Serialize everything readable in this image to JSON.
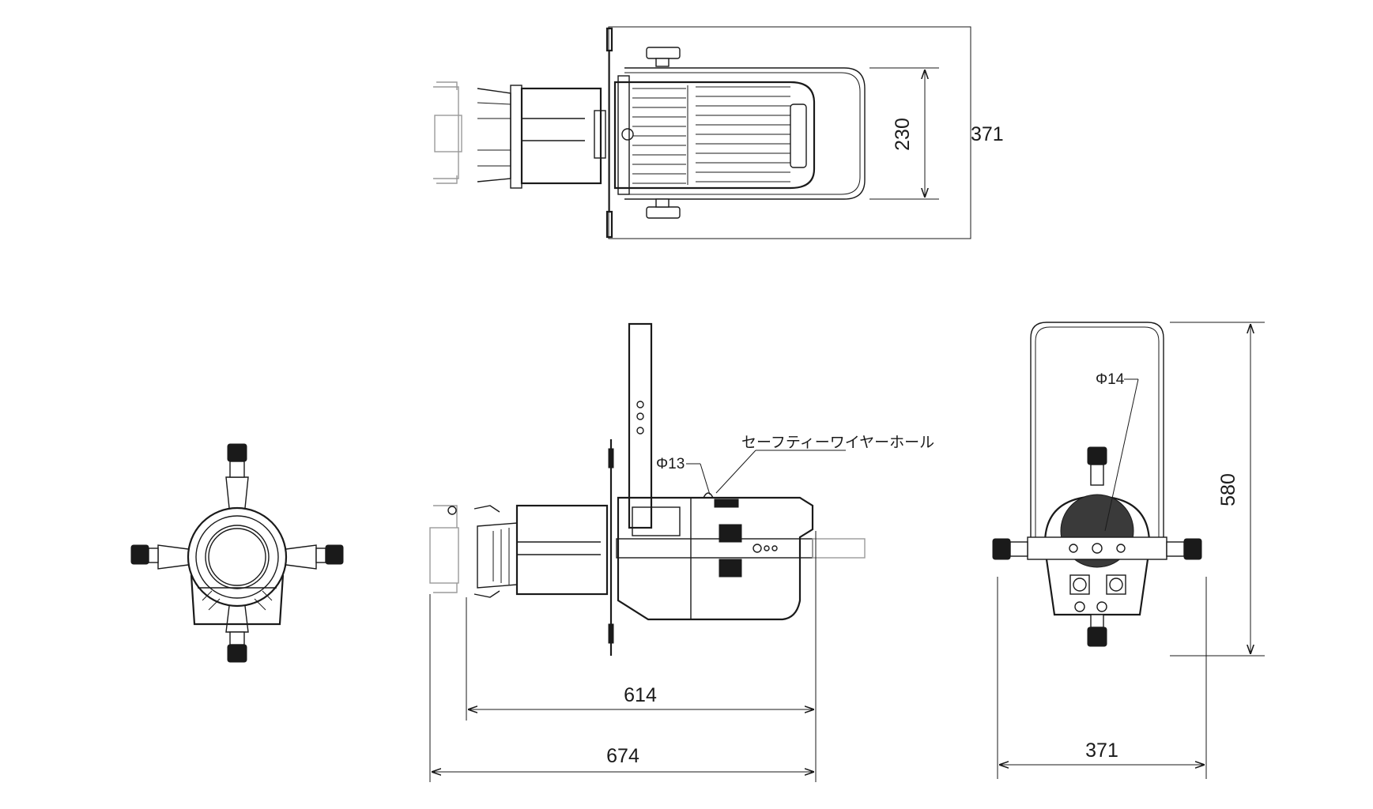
{
  "dimensions": {
    "top_inner_height": "230",
    "top_outer_height": "371",
    "side_lens_length": "614",
    "side_total_length": "674",
    "rear_height": "580",
    "rear_width": "371"
  },
  "annotations": {
    "hole_diameter_side": "Φ13",
    "hole_diameter_rear": "Φ14",
    "safety_wire_hole": "セーフティーワイヤーホール"
  }
}
